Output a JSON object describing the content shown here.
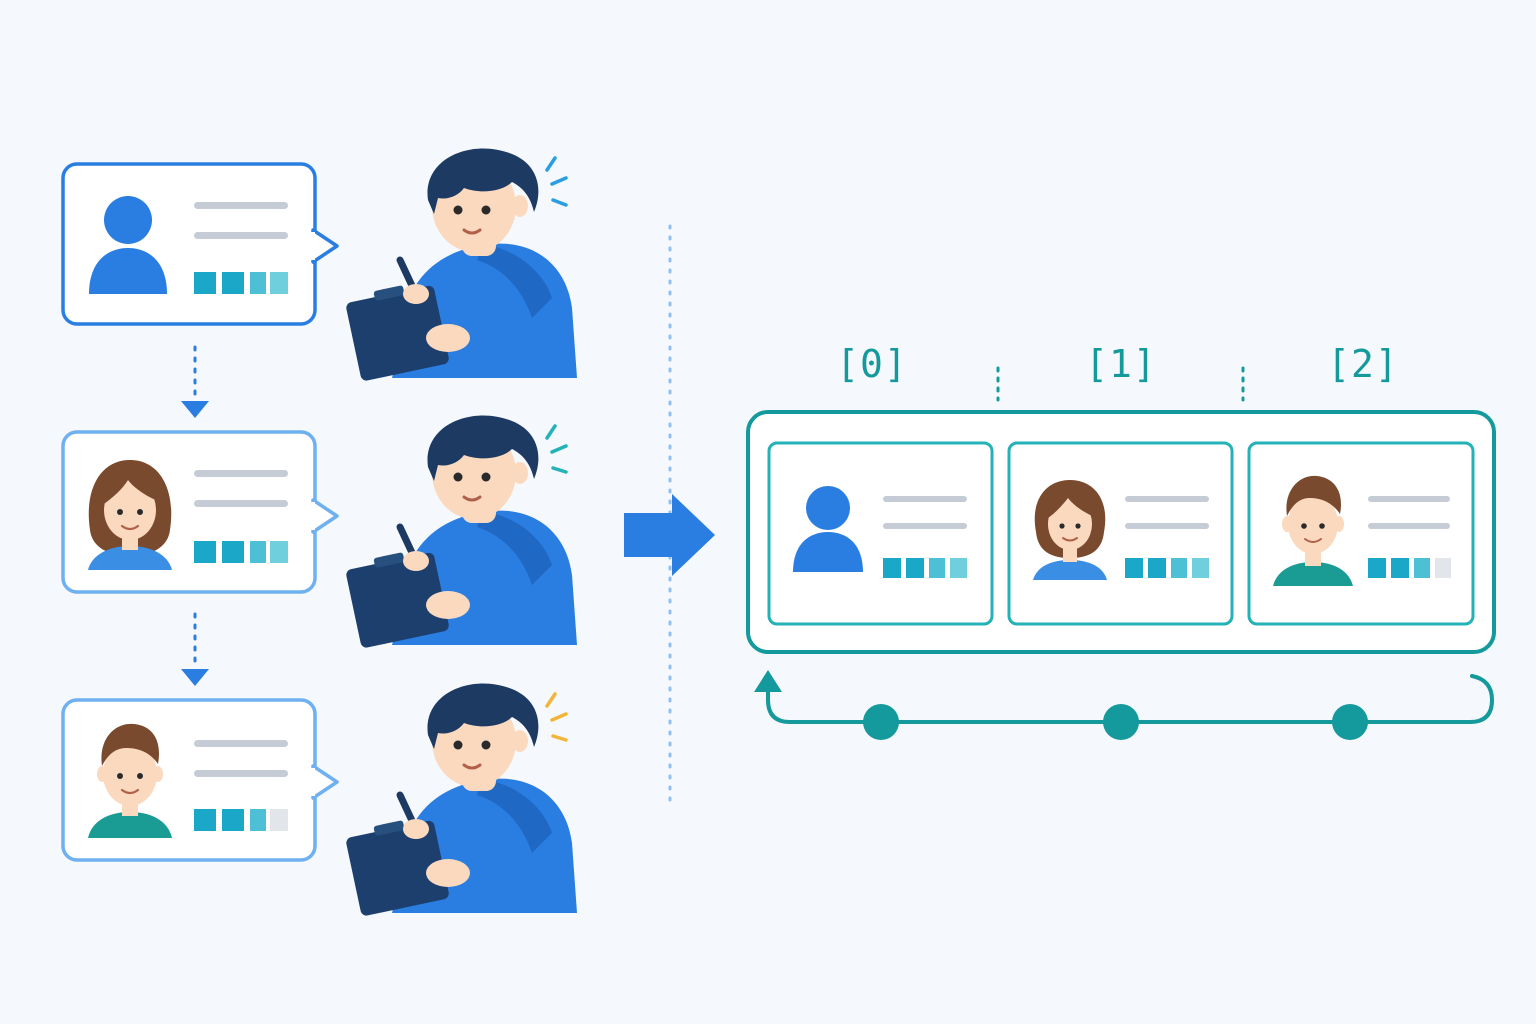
{
  "colors": {
    "background": "#f5f8fc",
    "primary_blue": "#2a7de1",
    "light_blue_border": "#6fb0f0",
    "dark_navy": "#1d3f6e",
    "teal": "#149a9c",
    "teal_block": "#1aa7c8",
    "teal_block_light": "#6fcfdc",
    "placeholder_gray": "#c5ccd6",
    "skin": "#fbd9bf",
    "hair_brown": "#7a4a2e",
    "hair_navy": "#1d3a63",
    "shirt_teal": "#1a9c95",
    "shirt_blue": "#3a8fe4"
  },
  "diagram": {
    "cards": [
      {
        "avatar": "generic-user-icon",
        "filled_blocks": 4
      },
      {
        "avatar": "woman-avatar",
        "filled_blocks": 4
      },
      {
        "avatar": "man-avatar",
        "filled_blocks": 3
      }
    ],
    "array_index_labels": [
      "[0]",
      "[1]",
      "[2]"
    ],
    "icons": [
      "writer-figure",
      "clipboard-icon",
      "right-arrow-icon",
      "loop-arrow-icon"
    ]
  }
}
